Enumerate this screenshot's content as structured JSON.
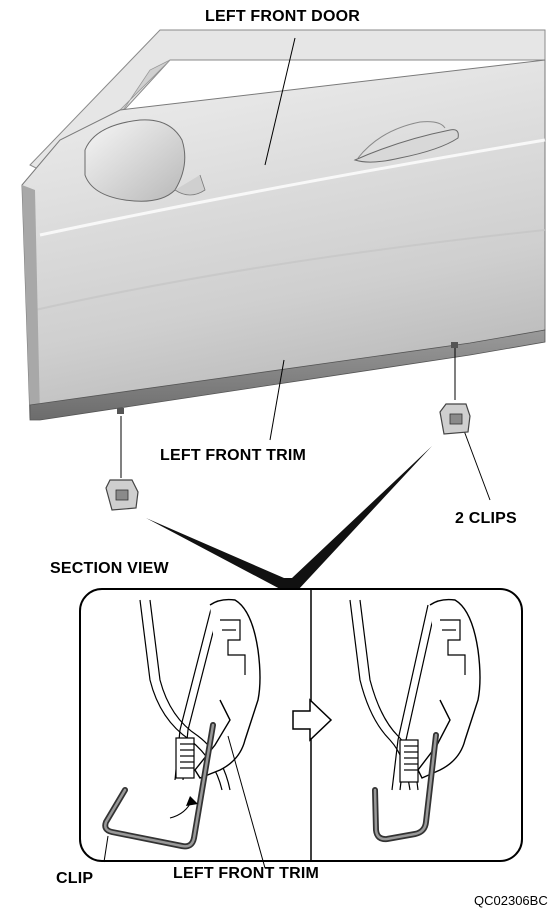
{
  "labels": {
    "door": "LEFT FRONT DOOR",
    "trim_top": "LEFT FRONT TRIM",
    "clips": "2 CLIPS",
    "section_view": "SECTION VIEW",
    "clip": "CLIP",
    "trim_bottom": "LEFT FRONT TRIM",
    "figure_code": "QC02306BC"
  },
  "icons": {
    "step_arrow": "right-arrow-outline-icon"
  }
}
